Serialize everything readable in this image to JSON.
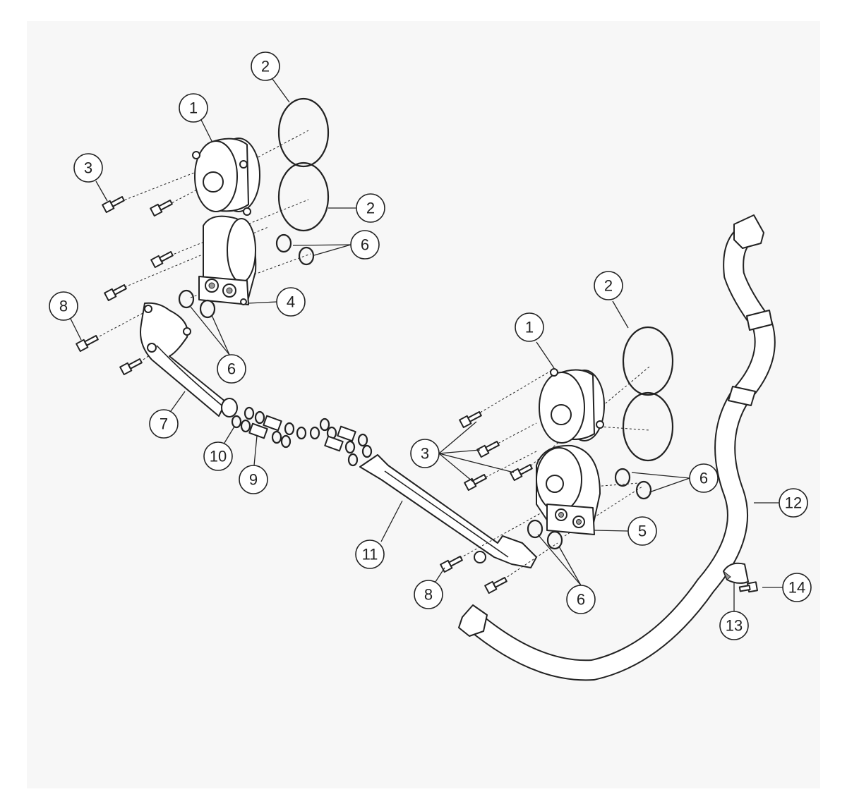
{
  "diagram": {
    "callouts": [
      {
        "id": "c2a",
        "label": "2"
      },
      {
        "id": "c1a",
        "label": "1"
      },
      {
        "id": "c3a",
        "label": "3"
      },
      {
        "id": "c2b",
        "label": "2"
      },
      {
        "id": "c6a",
        "label": "6"
      },
      {
        "id": "c8a",
        "label": "8"
      },
      {
        "id": "c4",
        "label": "4"
      },
      {
        "id": "c6b",
        "label": "6"
      },
      {
        "id": "c7",
        "label": "7"
      },
      {
        "id": "c10",
        "label": "10"
      },
      {
        "id": "c9",
        "label": "9"
      },
      {
        "id": "c2c",
        "label": "2"
      },
      {
        "id": "c1b",
        "label": "1"
      },
      {
        "id": "c3b",
        "label": "3"
      },
      {
        "id": "c6c",
        "label": "6"
      },
      {
        "id": "c5",
        "label": "5"
      },
      {
        "id": "c11",
        "label": "11"
      },
      {
        "id": "c8b",
        "label": "8"
      },
      {
        "id": "c6d",
        "label": "6"
      },
      {
        "id": "c12",
        "label": "12"
      },
      {
        "id": "c13",
        "label": "13"
      },
      {
        "id": "c14",
        "label": "14"
      }
    ]
  }
}
